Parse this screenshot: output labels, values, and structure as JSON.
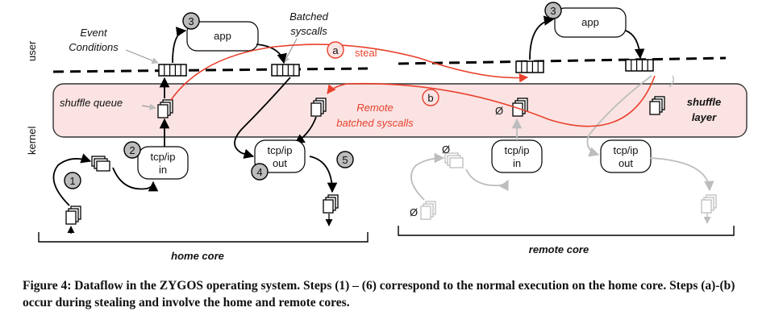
{
  "labels": {
    "user": "user",
    "kernel": "kernel",
    "event_conditions_line1": "Event",
    "event_conditions_line2": "Conditions",
    "batched_syscalls_line1": "Batched",
    "batched_syscalls_line2": "syscalls",
    "shuffle_queue": "shuffle queue",
    "steal": "steal",
    "remote_batched_line1": "Remote",
    "remote_batched_line2": "batched syscalls",
    "shuffle_layer_line1": "shuffle",
    "shuffle_layer_line2": "layer",
    "home_core": "home core",
    "remote_core": "remote core",
    "app": "app",
    "tcpip_in_line1": "tcp/ip",
    "tcpip_in_line2": "in",
    "tcpip_out_line1": "tcp/ip",
    "tcpip_out_line2": "out",
    "empty_symbol": "Ø"
  },
  "steps": {
    "s1": "1",
    "s2": "2",
    "s3": "3",
    "s4": "4",
    "s5": "5",
    "sa": "a",
    "sb": "b"
  },
  "caption": {
    "part1": "Figure 4: Dataflow in the Z",
    "smallcaps": "YGOS",
    "part2": " operating system. Steps (1) – (6) correspond to the normal execution on the home core. Steps (a)-(b) occur during stealing and involve the home and remote cores."
  },
  "colors": {
    "red": "#e8412c",
    "shuffle_fill": "#fbe3e3",
    "gray": "#bdbdbd",
    "step_circle": "#bcbcbc"
  }
}
